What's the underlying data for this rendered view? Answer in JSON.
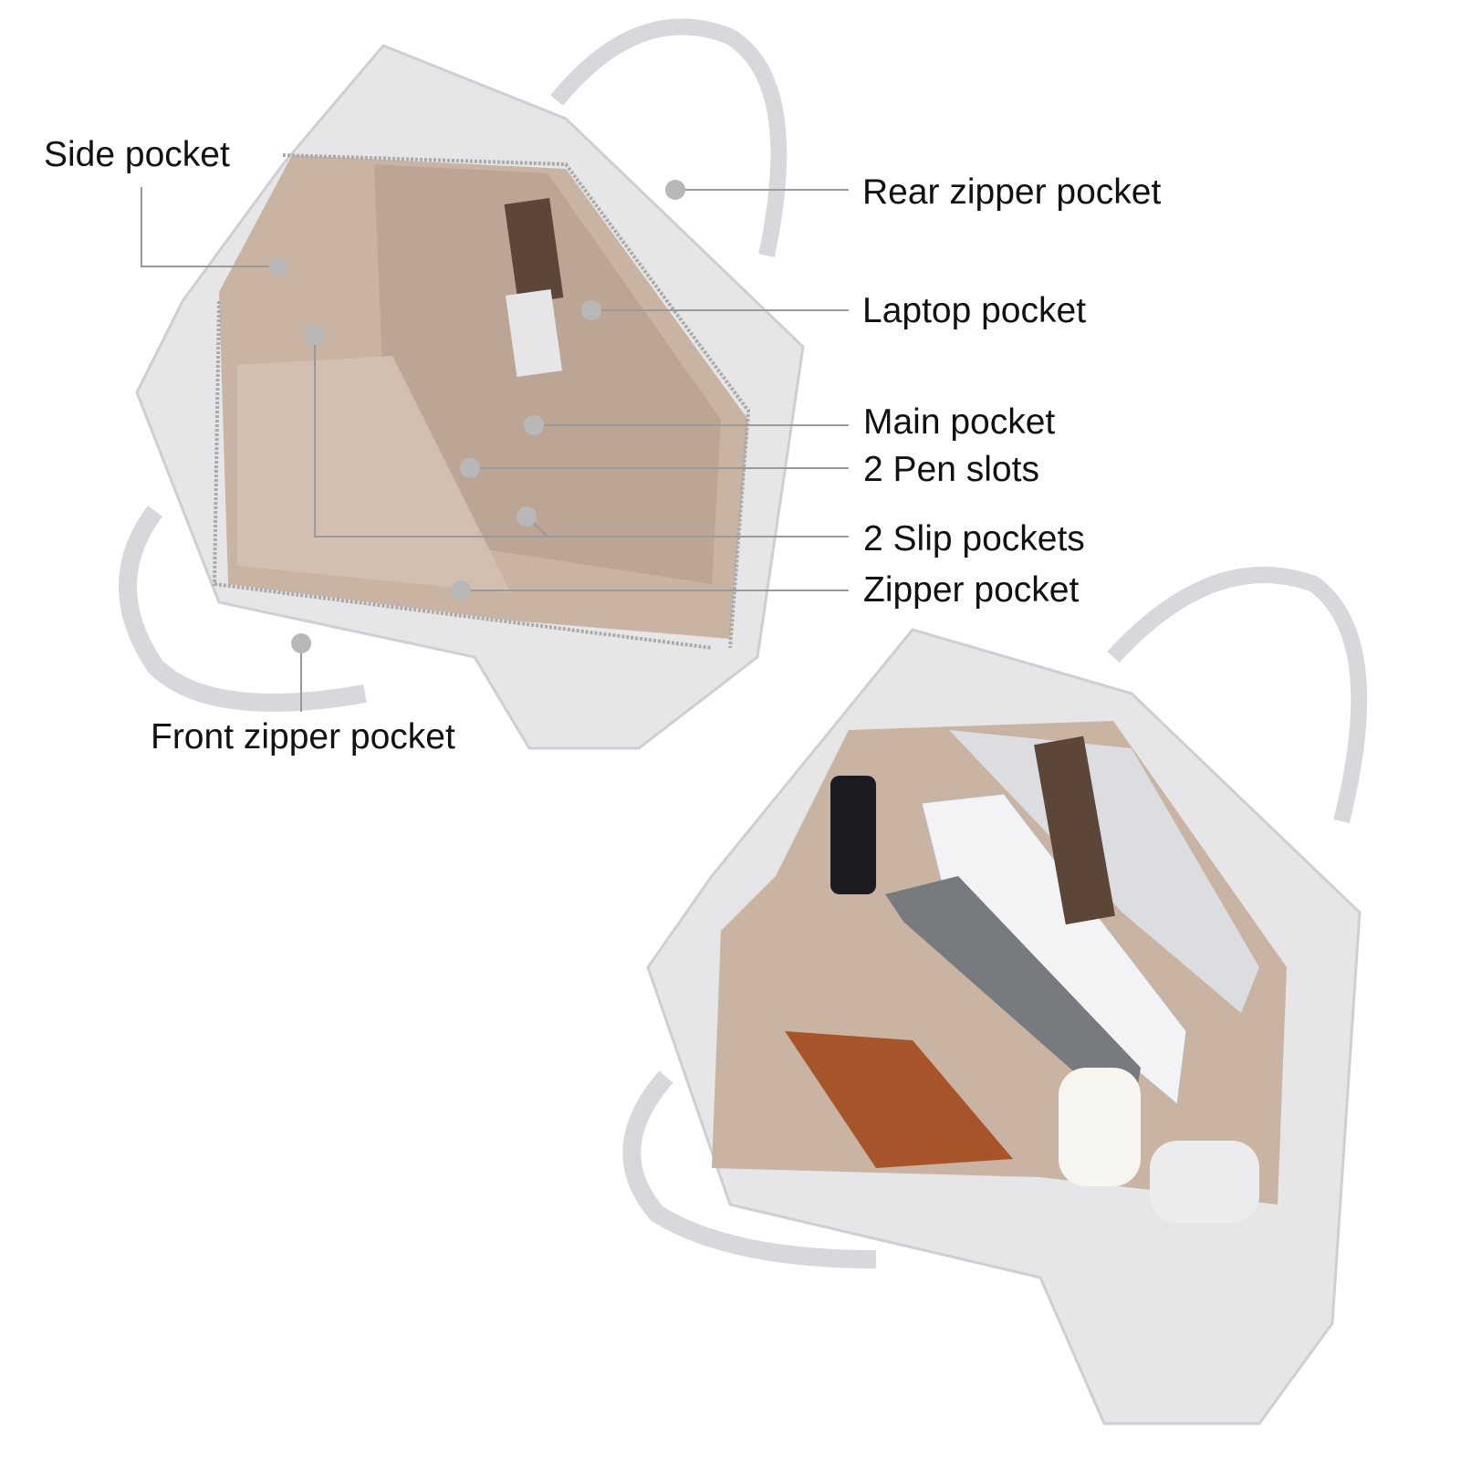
{
  "labels": {
    "side_pocket": "Side pocket",
    "rear_zipper_pocket": "Rear zipper pocket",
    "laptop_pocket": "Laptop pocket",
    "main_pocket": "Main pocket",
    "pen_slots": "2 Pen slots",
    "slip_pockets": "2 Slip pockets",
    "zipper_pocket": "Zipper pocket",
    "front_zipper_pocket": "Front zipper pocket"
  },
  "colors": {
    "bag_leather": "#e6e6e8",
    "lining": "#c9b3a3",
    "strap": "#5b4639",
    "leader_line": "#9a9a9a",
    "text": "#111111"
  }
}
